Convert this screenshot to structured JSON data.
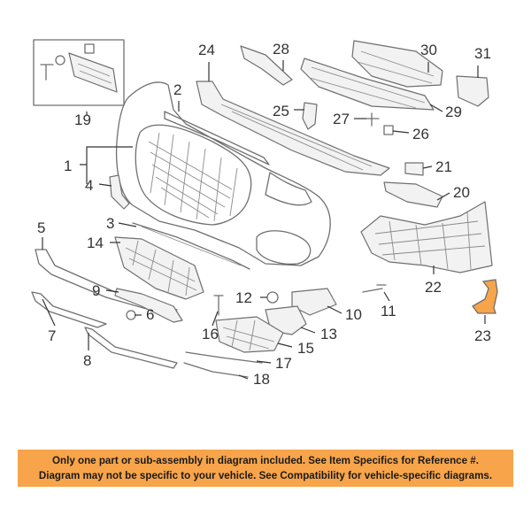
{
  "highlight_color": "#f7a44a",
  "callouts": {
    "c1": "1",
    "c2": "2",
    "c3": "3",
    "c4": "4",
    "c5": "5",
    "c6": "6",
    "c7": "7",
    "c8": "8",
    "c9": "9",
    "c10": "10",
    "c11": "11",
    "c12": "12",
    "c13": "13",
    "c14": "14",
    "c15": "15",
    "c16": "16",
    "c17": "17",
    "c18": "18",
    "c19": "19",
    "c20": "20",
    "c21": "21",
    "c22": "22",
    "c23": "23",
    "c24": "24",
    "c25": "25",
    "c26": "26",
    "c27": "27",
    "c28": "28",
    "c29": "29",
    "c30": "30",
    "c31": "31"
  },
  "highlighted_part": "23",
  "disclaimer": {
    "line1": "Only one part or sub-assembly in diagram included. See Item Specifics for Reference #.",
    "line2": "Diagram may not be specific to your vehicle. See Compatibility for vehicle-specific diagrams."
  }
}
